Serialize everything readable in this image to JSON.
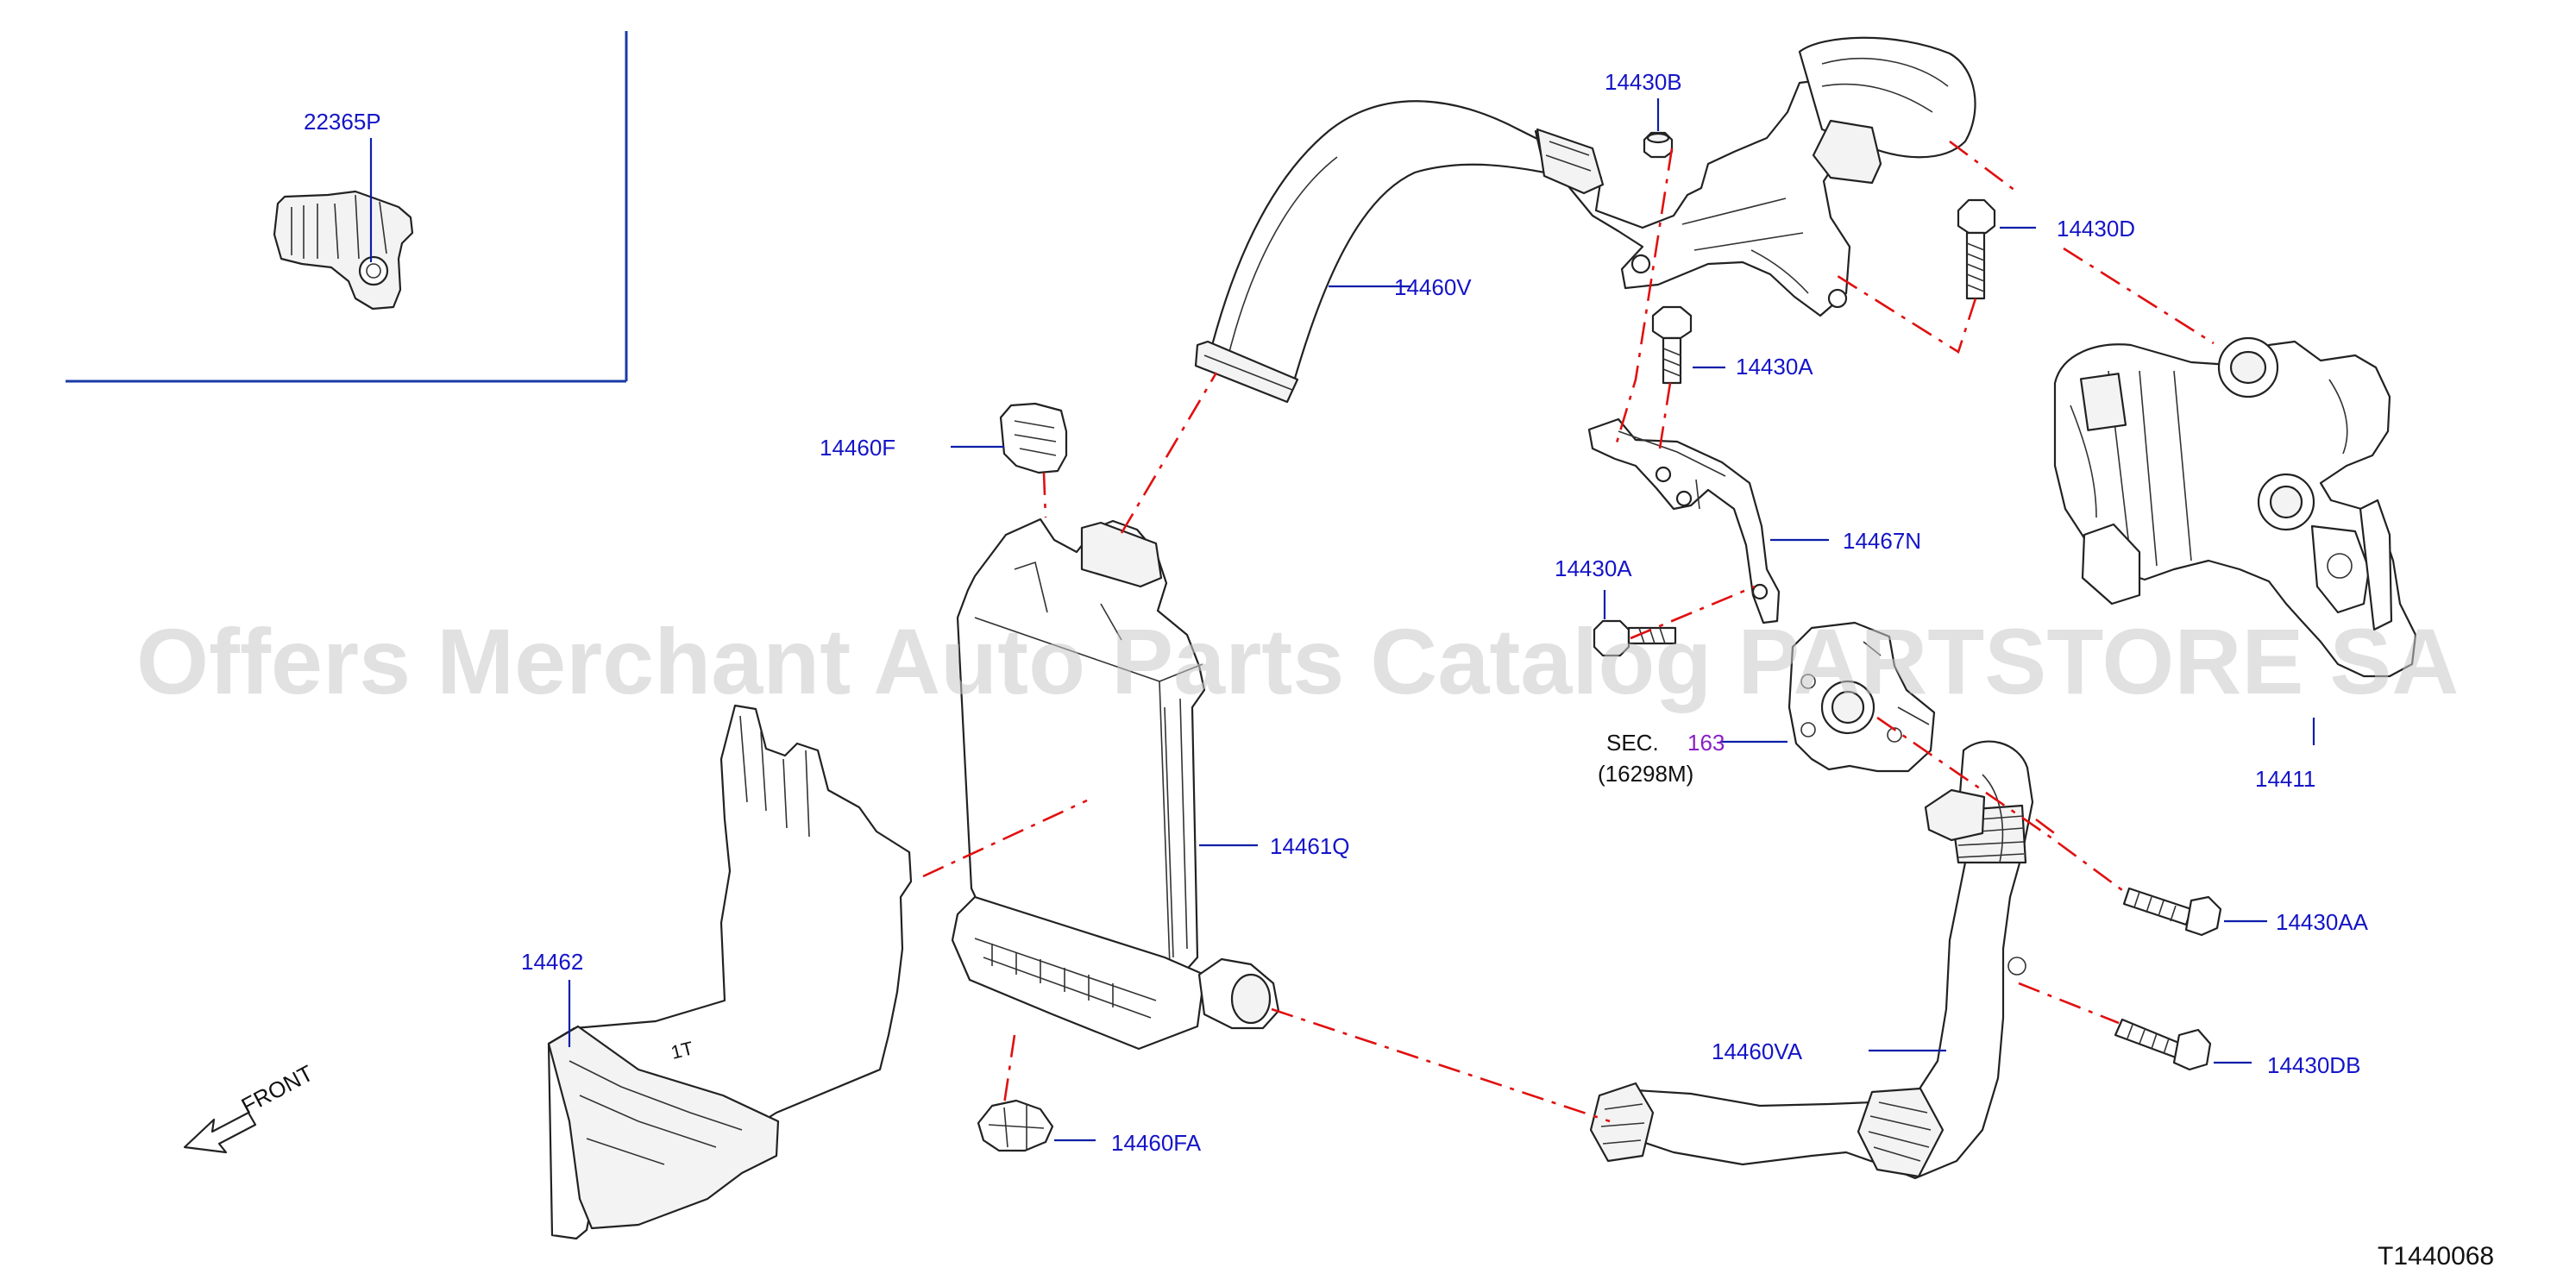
{
  "watermark": "Offers Merchant Auto Parts Catalog PARTSTORE SA",
  "drawing_number": "T1440068",
  "front_label": "FRONT",
  "section_ref": {
    "prefix": "SEC.",
    "number": "163",
    "sub": "(16298M)"
  },
  "parts": {
    "p22365P": "22365P",
    "p14460V": "14460V",
    "p14430B": "14430B",
    "p14430D": "14430D",
    "p14430A_upper": "14430A",
    "p14460F": "14460F",
    "p14467N": "14467N",
    "p14430A_lower": "14430A",
    "p14411": "14411",
    "p14461Q": "14461Q",
    "p14430AA": "14430AA",
    "p14462": "14462",
    "p14460VA": "14460VA",
    "p14430DB": "14430DB",
    "p14460FA": "14460FA"
  },
  "colors": {
    "label": "#1414c8",
    "leader": "#0b1fa8",
    "dash": "#e01010",
    "section_number": "#8a1fc6"
  }
}
